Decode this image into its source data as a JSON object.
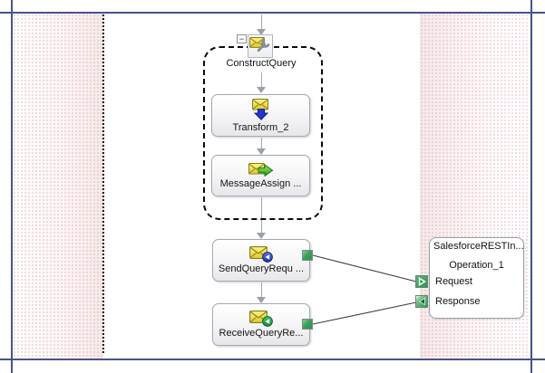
{
  "canvas": {
    "shapes": {
      "construct_group_label": "ConstructQuery",
      "transform_label": "Transform_2",
      "message_assign_label": "MessageAssign ...",
      "send_label": "SendQueryRequ ...",
      "receive_label": "ReceiveQueryRe..."
    },
    "port": {
      "title": "SalesforceRESTIn...",
      "operation_label": "Operation_1",
      "request_label": "Request",
      "response_label": "Response"
    },
    "collapse_toggle_glyph": "−",
    "icons": {
      "construct": "construct-message-icon",
      "transform": "transform-message-icon",
      "assign": "message-assignment-icon",
      "send": "send-message-icon",
      "receive": "receive-message-icon",
      "request_port": "request-connector-icon",
      "response_port": "response-connector-icon"
    },
    "colors": {
      "frame_blue": "#46538c",
      "surface_pink": "#f5e8e9",
      "connector_green": "#2e9150",
      "envelope_yellow": "#e8d535",
      "transform_arrow_blue": "#2335cf",
      "assign_arrow_green": "#1c9a22",
      "flow_arrow_gray": "#9aa0a6"
    }
  }
}
